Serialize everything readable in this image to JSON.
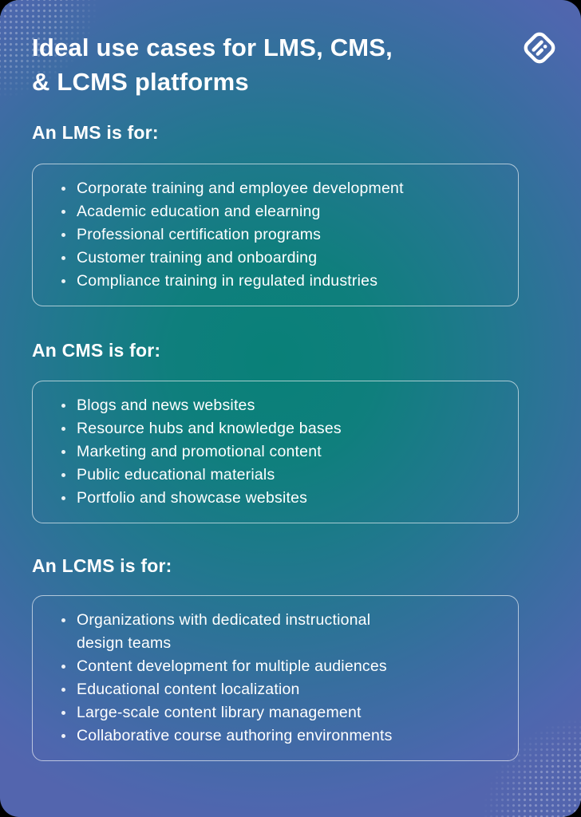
{
  "card": {
    "title_line1": "Ideal use cases for LMS, CMS,",
    "title_line2": "& LCMS platforms"
  },
  "logo": {
    "icon": "diamond-layers-logo"
  },
  "colors": {
    "teal_center": "#0A8078",
    "blue_corner": "#5365AE",
    "text": "#FFFFFF",
    "box_border": "rgba(255,255,255,0.62)"
  },
  "sections": [
    {
      "heading": "An LMS is for:",
      "items": [
        "Corporate training and employee development",
        "Academic education and elearning",
        "Professional certification programs",
        "Customer training and onboarding",
        "Compliance training in regulated industries"
      ]
    },
    {
      "heading": "An CMS is for:",
      "items": [
        "Blogs and news websites",
        "Resource hubs and knowledge bases",
        "Marketing and promotional content",
        "Public educational materials",
        "Portfolio and showcase websites"
      ]
    },
    {
      "heading": "An LCMS is for:",
      "items": [
        "Organizations with dedicated instructional design teams",
        "Content development for multiple audiences",
        "Educational content localization",
        "Large-scale content library management",
        "Collaborative course authoring environments"
      ]
    }
  ]
}
